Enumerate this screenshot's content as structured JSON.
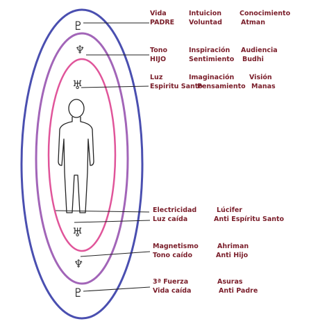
{
  "colors": {
    "text": "#7a1e2a",
    "outer_ring": "#4a4fb0",
    "middle_ring": "#a265b8",
    "inner_ring": "#e0559a",
    "ink": "#222222"
  },
  "symbols": {
    "pluto": "♇",
    "neptune": "♆",
    "uranus": "♅"
  },
  "top": {
    "row1": {
      "c1a": "Vida",
      "c1b": "PADRE",
      "c2a": "Intuicion",
      "c2b": "Voluntad",
      "c3a": "Conocimiento",
      "c3b": "Atman"
    },
    "row2": {
      "c1a": "Tono",
      "c1b": "HIJO",
      "c2a": "Inspiración",
      "c2b": "Sentimiento",
      "c3a": "Audiencia",
      "c3b": "Budhi"
    },
    "row3": {
      "c1a": "Luz",
      "c1b": "Espiritu Santo",
      "c2a": "Imaginación",
      "c2b": "Pensamiento",
      "c3a": "Visión",
      "c3b": "Manas"
    }
  },
  "bottom": {
    "row1": {
      "c1a": "Electricidad",
      "c1b": "Luz caída",
      "c2a": "Lúcifer",
      "c2b": "Anti Espíritu Santo"
    },
    "row2": {
      "c1a": "Magnetismo",
      "c1b": "Tono caído",
      "c2a": "Ahriman",
      "c2b": "Anti Hijo"
    },
    "row3": {
      "c1a": "3ª Fuerza",
      "c1b": "Vida caída",
      "c2a": "Asuras",
      "c2b": "Anti Padre"
    }
  }
}
